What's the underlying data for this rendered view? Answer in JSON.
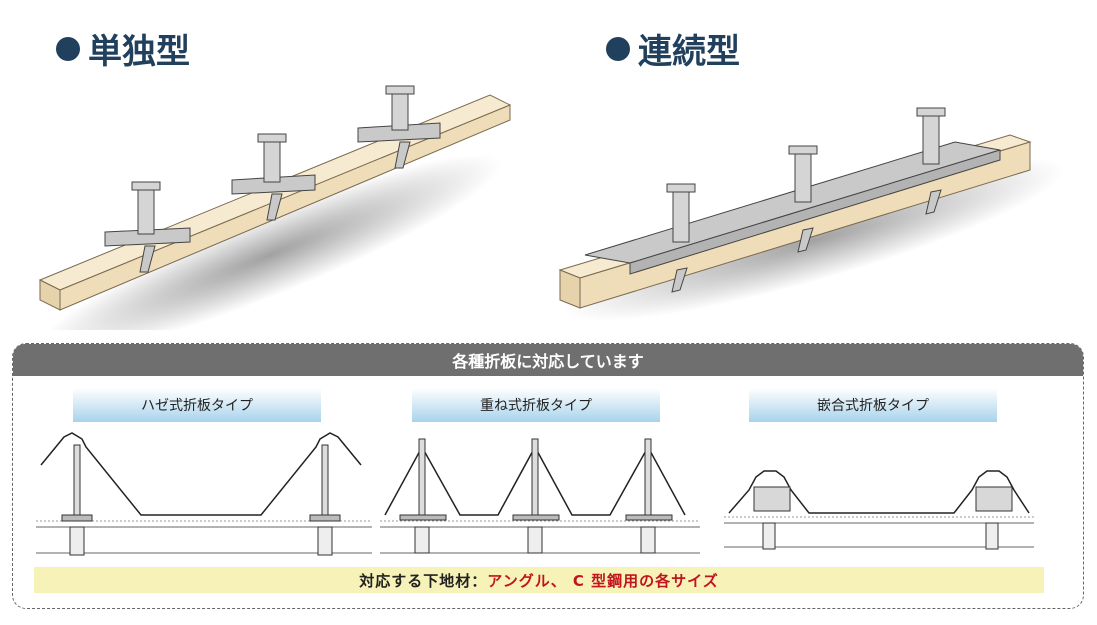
{
  "headings": {
    "single": "単独型",
    "continuous": "連続型"
  },
  "panel": {
    "title": "各種折板に対応しています",
    "types": [
      "ハゼ式折板タイプ",
      "重ね式折板タイプ",
      "嵌合式折板タイプ"
    ],
    "footer_label": "対応する下地材：",
    "footer_value": "アングル、 C 型鋼用の各サイズ"
  },
  "colors": {
    "heading": "#21405d",
    "panel_header": "#6f6f6f",
    "footer_bg": "#f7f3b8",
    "footer_accent": "#c0141e",
    "beam": "#f3e3c3",
    "bracket": "#c9c9c9"
  }
}
